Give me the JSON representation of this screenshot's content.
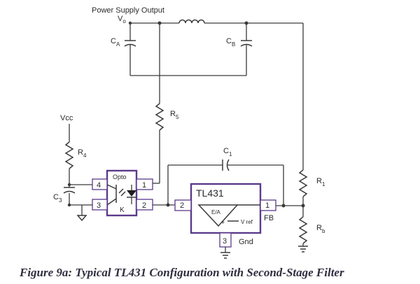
{
  "diagram": {
    "title": "Power Supply Output",
    "vo_label": "V",
    "vo_sub": "o",
    "ca": {
      "main": "C",
      "sub": "A"
    },
    "cb": {
      "main": "C",
      "sub": "B"
    },
    "r5": {
      "main": "R",
      "sub": "5"
    },
    "vcc": "Vcc",
    "r4": {
      "main": "R",
      "sub": "4"
    },
    "c3": {
      "main": "C",
      "sub": "3"
    },
    "c1": {
      "main": "C",
      "sub": "1"
    },
    "r1": {
      "main": "R",
      "sub": "1"
    },
    "rb": {
      "main": "R",
      "sub": "b"
    },
    "opto": {
      "label": "Opto",
      "k_label": "K",
      "pins": [
        "4",
        "3",
        "1",
        "2"
      ]
    },
    "tl431": {
      "label": "TL431",
      "ea_label": "E/A",
      "vref_label": "V ref",
      "pin2": "2",
      "pin1": "1",
      "pin3": "3",
      "fb_label": "FB",
      "gnd_label": "Gnd"
    }
  },
  "caption": "Figure 9a: Typical TL431 Configuration with Second-Stage Filter"
}
